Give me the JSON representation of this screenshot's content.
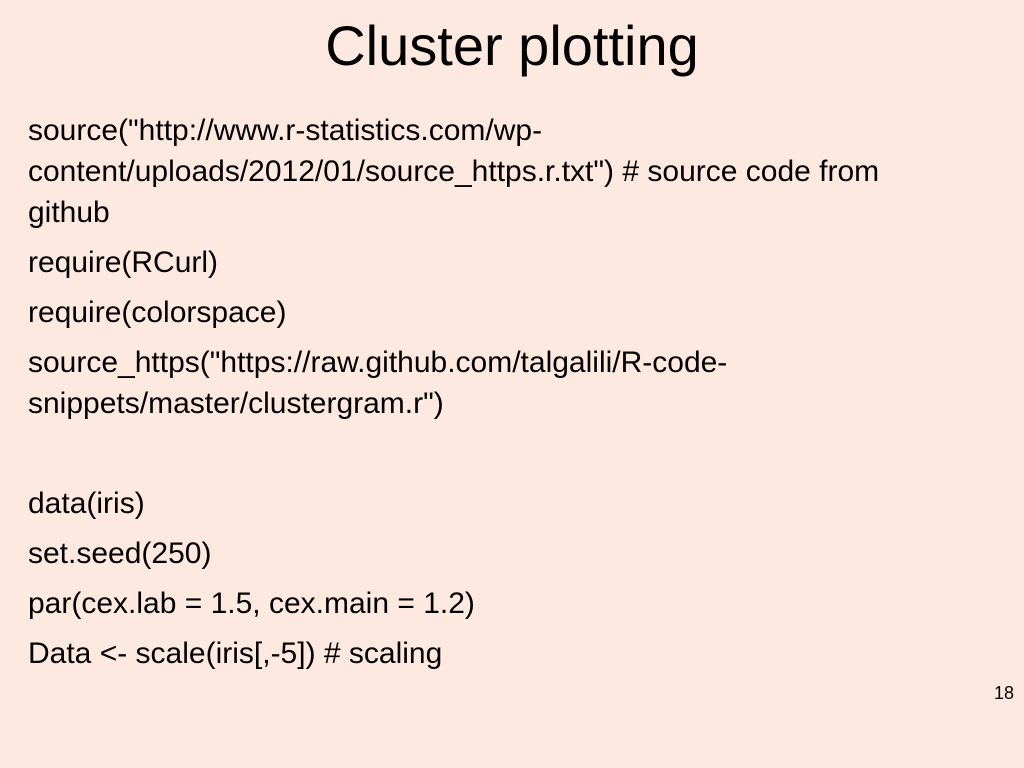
{
  "slide": {
    "title": "Cluster plotting",
    "lines": [
      "source(\"http://www.r-statistics.com/wp-content/uploads/2012/01/source_https.r.txt\") # source code from github",
      "require(RCurl)",
      "require(colorspace)",
      "source_https(\"https://raw.github.com/talgalili/R-code-snippets/master/clustergram.r\")",
      "",
      "data(iris)",
      "set.seed(250)",
      "par(cex.lab = 1.5, cex.main = 1.2)",
      "Data <- scale(iris[,-5]) # scaling"
    ],
    "page_number": "18"
  }
}
